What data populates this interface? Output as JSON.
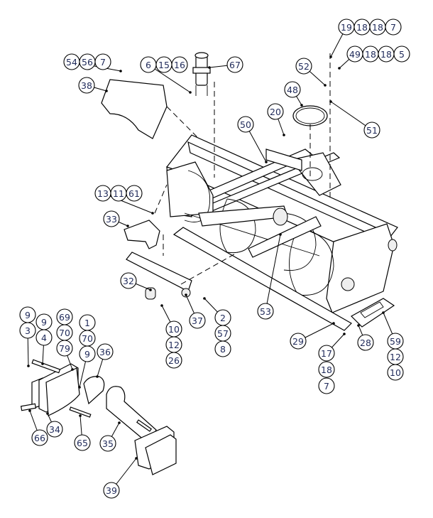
{
  "diagram": {
    "type": "exploded-parts-diagram",
    "callouts": [
      {
        "group": "top-right-bolt",
        "labels": [
          "19",
          "18",
          "18",
          "7"
        ]
      },
      {
        "group": "top-right-bolt-2",
        "labels": [
          "49",
          "18",
          "18",
          "5"
        ]
      },
      {
        "group": "bracket",
        "labels": [
          "52"
        ]
      },
      {
        "group": "ring",
        "labels": [
          "48"
        ]
      },
      {
        "group": "bracket-lower",
        "labels": [
          "51"
        ]
      },
      {
        "group": "handle",
        "labels": [
          "20"
        ]
      },
      {
        "group": "frame-tube",
        "labels": [
          "50"
        ]
      },
      {
        "group": "chute-motor",
        "labels": [
          "67"
        ]
      },
      {
        "group": "motor-bolts",
        "labels": [
          "6",
          "15",
          "16"
        ]
      },
      {
        "group": "shield-bolts",
        "labels": [
          "54",
          "56",
          "7"
        ]
      },
      {
        "group": "shield",
        "labels": [
          "38"
        ]
      },
      {
        "group": "cover-bolts",
        "labels": [
          "13",
          "11",
          "61"
        ]
      },
      {
        "group": "cover",
        "labels": [
          "33"
        ]
      },
      {
        "group": "skid-bracket",
        "labels": [
          "32"
        ]
      },
      {
        "group": "skid-pin",
        "labels": [
          "37"
        ]
      },
      {
        "group": "skid-hardware",
        "labels": [
          "2",
          "57",
          "8"
        ]
      },
      {
        "group": "skid-nut",
        "labels": [
          "10",
          "12",
          "26"
        ]
      },
      {
        "group": "auger",
        "labels": [
          "53"
        ]
      },
      {
        "group": "scraper-bar",
        "labels": [
          "29"
        ]
      },
      {
        "group": "shoe",
        "labels": [
          "28"
        ]
      },
      {
        "group": "shoe-hardware",
        "labels": [
          "59",
          "12",
          "10"
        ]
      },
      {
        "group": "scraper-hardware",
        "labels": [
          "17",
          "18",
          "7"
        ]
      },
      {
        "group": "pin-a",
        "labels": [
          "9",
          "3"
        ]
      },
      {
        "group": "pin-b",
        "labels": [
          "9",
          "4"
        ]
      },
      {
        "group": "mount-hardware",
        "labels": [
          "69",
          "70",
          "79"
        ]
      },
      {
        "group": "mount-hardware-2",
        "labels": [
          "1",
          "70",
          "9"
        ]
      },
      {
        "group": "plate",
        "labels": [
          "36"
        ]
      },
      {
        "group": "pin-c",
        "labels": [
          "66"
        ]
      },
      {
        "group": "mount-plate",
        "labels": [
          "34"
        ]
      },
      {
        "group": "pin-d",
        "labels": [
          "65"
        ]
      },
      {
        "group": "hitch-arm",
        "labels": [
          "35"
        ]
      },
      {
        "group": "hitch-plate",
        "labels": [
          "39"
        ]
      }
    ]
  }
}
